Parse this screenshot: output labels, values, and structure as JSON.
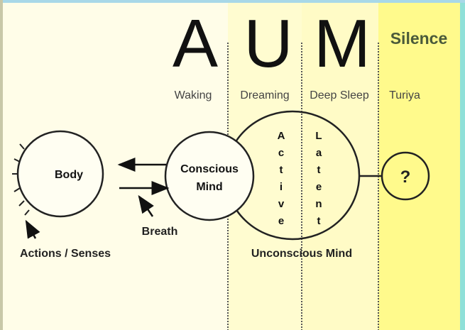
{
  "title": {
    "a": "A",
    "u": "U",
    "m": "M",
    "silence": "Silence"
  },
  "states": {
    "waking": "Waking",
    "dreaming": "Dreaming",
    "deep_sleep": "Deep Sleep",
    "turiya": "Turiya"
  },
  "nodes": {
    "body": "Body",
    "conscious_line1": "Conscious",
    "conscious_line2": "Mind",
    "unknown": "?",
    "active": [
      "A",
      "c",
      "t",
      "i",
      "v",
      "e"
    ],
    "latent": [
      "L",
      "a",
      "t",
      "e",
      "n",
      "t"
    ]
  },
  "labels": {
    "breath": "Breath",
    "actions_senses": "Actions / Senses",
    "unconscious": "Unconscious Mind"
  },
  "colors": {
    "bg": "#fffde8",
    "zone_dream": "#fffcd0",
    "zone_deep": "#fffbc6",
    "zone_silence": "#fffa8c",
    "silence_text": "#4a5a3a"
  }
}
